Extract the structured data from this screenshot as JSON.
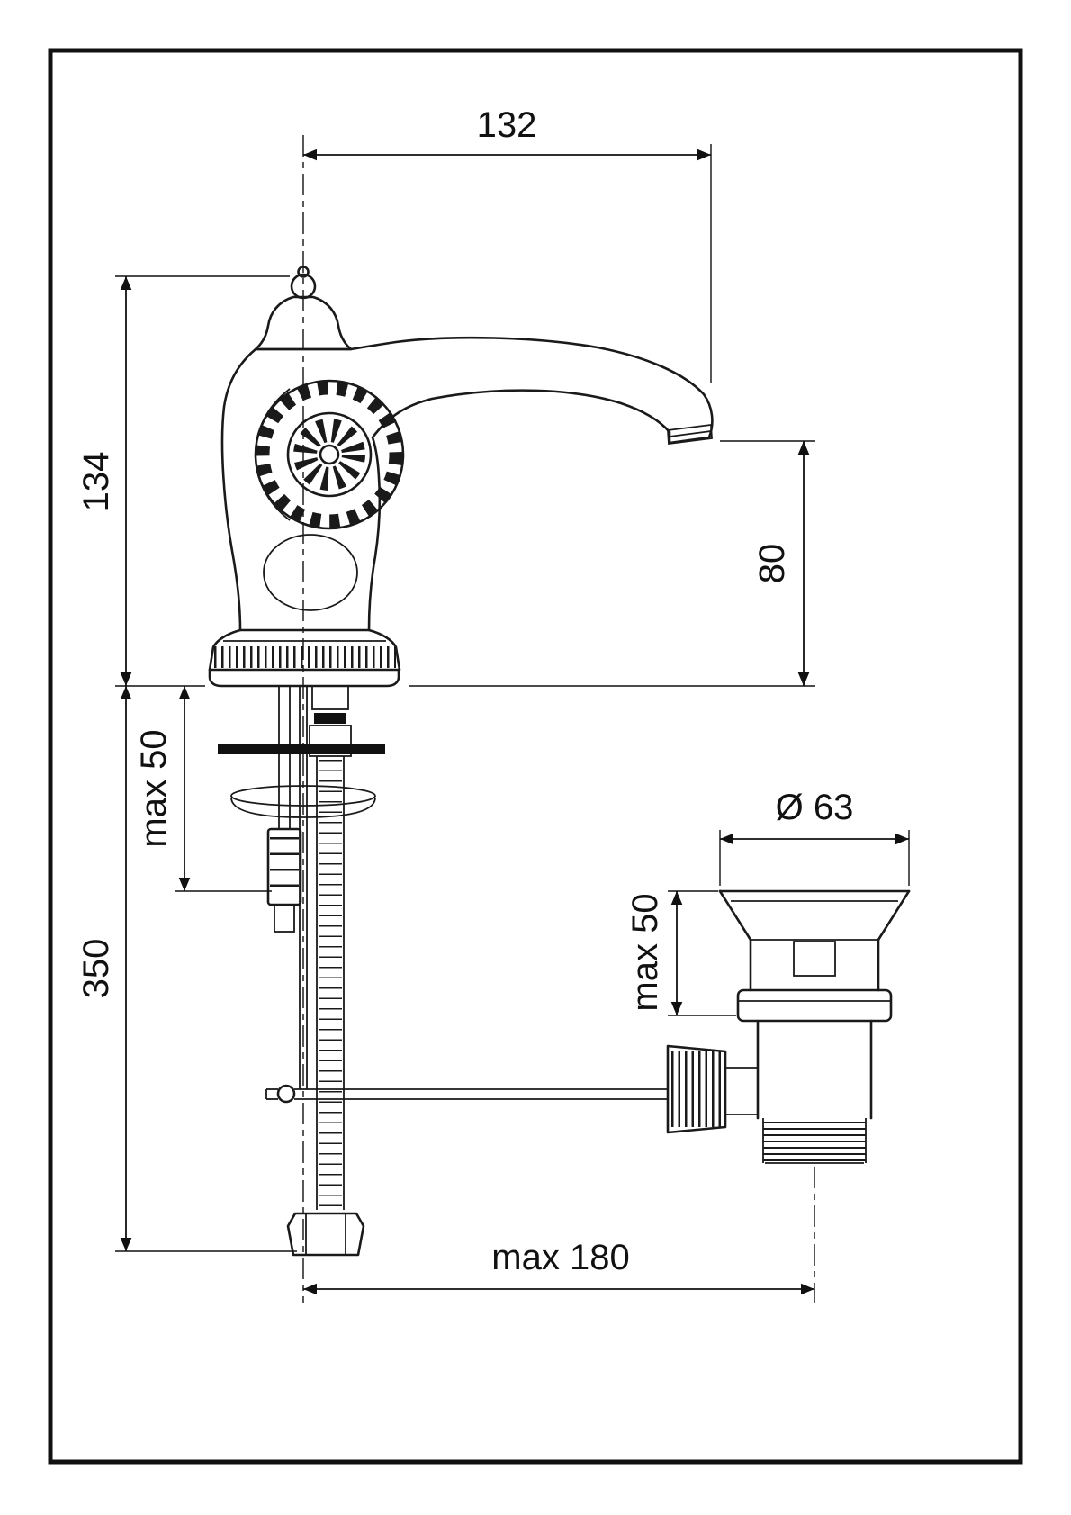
{
  "diagram": {
    "kind": "technical installation drawing of a classic single-hole basin faucet with pop-up waste",
    "colors": {
      "line": "#111111",
      "background": "#ffffff"
    },
    "dims": {
      "spout_reach": "132",
      "body_height": "134",
      "outlet_height": "80",
      "deck_max_thickness": "max 50",
      "hose_length": "350",
      "drain_flange_diameter": "Ø 63",
      "drain_deck_max": "max 50",
      "drain_offset": "max 180"
    }
  }
}
